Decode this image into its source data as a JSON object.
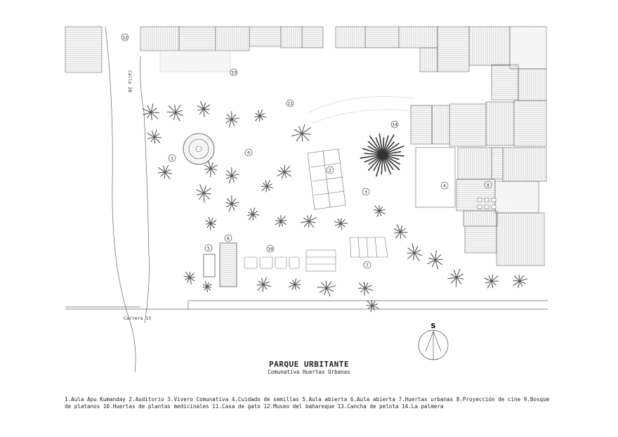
{
  "title": "PARQUE URBITANTE",
  "subtitle": "Comunativa Huertas Urbanas",
  "streets": {
    "calle": "Calle 28",
    "carrera": "Carrera 13"
  },
  "compass_label": "S",
  "legend_text": "1.Aula Apu Kumanday 2.Auditorio 3.Vivero Comunativa 4.Cuidado de semillas 5.Aula abierta 6.Aula abierta 7.Huertas urbanas 8.Proyección de cine 9.Bosque de platanos 10.Huertas de plantas medicinales 11.Casa de gato 12.Museo del bahareque 13.Cancha de pelota 14.La palmera",
  "markers": [
    {
      "n": "1"
    },
    {
      "n": "2"
    },
    {
      "n": "3"
    },
    {
      "n": "4"
    },
    {
      "n": "5"
    },
    {
      "n": "6"
    },
    {
      "n": "7"
    },
    {
      "n": "8"
    },
    {
      "n": "9"
    },
    {
      "n": "10"
    },
    {
      "n": "11"
    },
    {
      "n": "12"
    },
    {
      "n": "13"
    },
    {
      "n": "14"
    }
  ],
  "colors": {
    "line": "#555555",
    "hatch": "#9a9a9a",
    "background": "#ffffff"
  }
}
